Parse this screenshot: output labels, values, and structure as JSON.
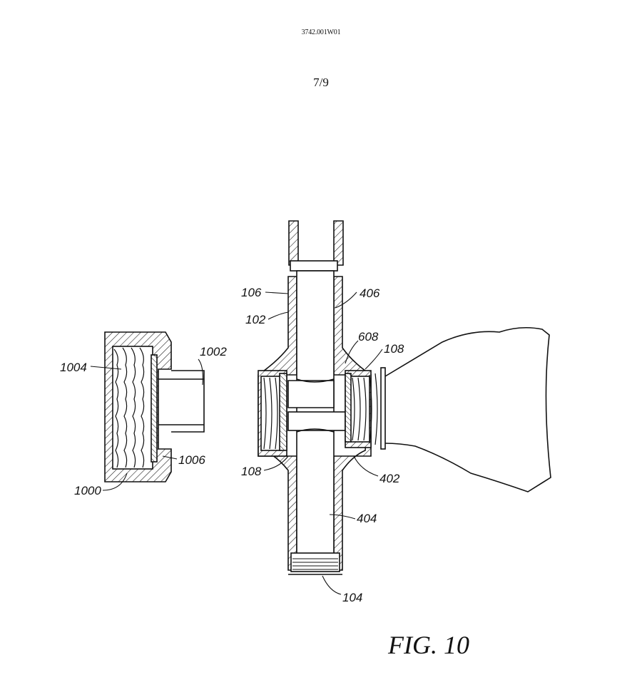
{
  "header": {
    "doc_number": "3742.001W01",
    "sheet": "7/9"
  },
  "figure": {
    "caption": "FIG. 10"
  },
  "labels": {
    "l106": "106",
    "l102": "102",
    "l406": "406",
    "l608": "608",
    "l108a": "108",
    "l1002": "1002",
    "l1004": "1004",
    "l1006": "1006",
    "l1000": "1000",
    "l108b": "108",
    "l402": "402",
    "l404": "404",
    "l104": "104"
  }
}
